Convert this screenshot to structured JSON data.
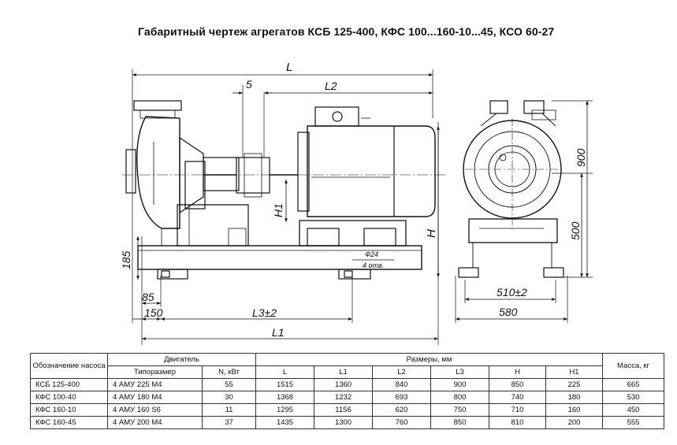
{
  "title": "Габаритный чертеж агрегатов КСБ 125-400, КФС 100...160-10...45, КСО 60-27",
  "drawing": {
    "L": "L",
    "L2": "L2",
    "five": "5",
    "H1": "H1",
    "H": "H",
    "d185": "185",
    "d85": "85",
    "d150": "150",
    "L3": "L3±2",
    "L1": "L1",
    "hole1": "Ф24",
    "hole2": "4 отв.",
    "d900": "900",
    "d500": "500",
    "d510": "510±2",
    "d580": "580"
  },
  "table": {
    "col_designation": "Обозначение насоса",
    "col_motor": "Двигатель",
    "col_type": "Типоразмер",
    "col_power": "N, кВт",
    "col_dims": "Размеры, мм",
    "col_L": "L",
    "col_L1": "L1",
    "col_L2": "L2",
    "col_L3": "L3",
    "col_H": "H",
    "col_H1": "H1",
    "col_mass": "Масса, кг",
    "rows": [
      {
        "name": "КСБ 125-400",
        "motor": "4 АМУ 225 М4",
        "N": "55",
        "L": "1515",
        "L1": "1360",
        "L2": "840",
        "L3": "900",
        "H": "850",
        "H1": "225",
        "mass": "665"
      },
      {
        "name": "КФС 100-40",
        "motor": "4 АМУ 180 М4",
        "N": "30",
        "L": "1368",
        "L1": "1232",
        "L2": "693",
        "L3": "800",
        "H": "740",
        "H1": "180",
        "mass": "530"
      },
      {
        "name": "КФС 160-10",
        "motor": "4 АМУ 160 S6",
        "N": "11",
        "L": "1295",
        "L1": "1156",
        "L2": "620",
        "L3": "750",
        "H": "710",
        "H1": "160",
        "mass": "450"
      },
      {
        "name": "КФС 160-45",
        "motor": "4 АМУ 200 М4",
        "N": "37",
        "L": "1435",
        "L1": "1300",
        "L2": "760",
        "L3": "850",
        "H": "810",
        "H1": "200",
        "mass": "555"
      }
    ]
  }
}
